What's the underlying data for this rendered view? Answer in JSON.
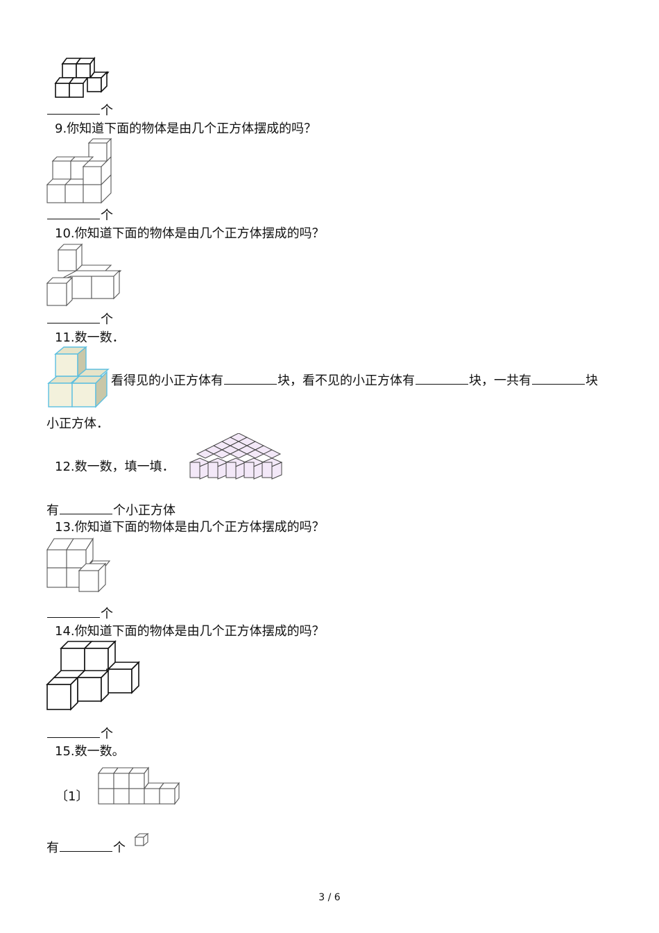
{
  "unit_ge": "个",
  "unit_you": "有",
  "q9": {
    "title": "9.你知道下面的物体是由几个正方体摆成的吗？"
  },
  "q10": {
    "title": "10.你知道下面的物体是由几个正方体摆成的吗？"
  },
  "q11": {
    "title": "11.数一数．",
    "part1": "看得见的小正方体有",
    "kuai1": "块，看不见的小正方体有",
    "kuai2": "块，一共有",
    "kuai3": "块",
    "line2": "小正方体．"
  },
  "q12": {
    "title": "12.数一数，填一填．",
    "answer_suffix": "个小正方体"
  },
  "q13": {
    "title": "13.你知道下面的物体是由几个正方体摆成的吗？"
  },
  "q14": {
    "title": "14.你知道下面的物体是由几个正方体摆成的吗？"
  },
  "q15": {
    "title": "15.数一数。",
    "sub_label": "〔1〕"
  },
  "page_number": "3 / 6"
}
